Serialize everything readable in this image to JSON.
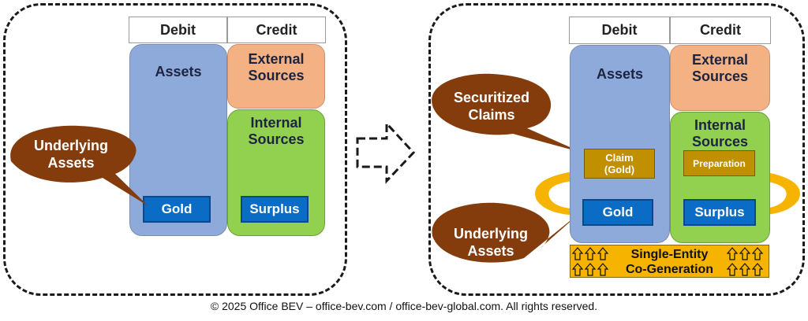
{
  "headers": {
    "debit": "Debit",
    "credit": "Credit"
  },
  "left": {
    "assets_label": "Assets",
    "external_label": "External Sources",
    "internal_label": "Internal Sources",
    "gold_label": "Gold",
    "surplus_label": "Surplus",
    "bubble_underlying": "Underlying Assets"
  },
  "right": {
    "assets_label": "Assets",
    "external_label": "External Sources",
    "internal_label": "Internal Sources",
    "claim_label": "Claim (Gold)",
    "preparation_label": "Preparation",
    "gold_label": "Gold",
    "surplus_label": "Surplus",
    "bubble_securitized": "Securitized Claims",
    "bubble_underlying": "Underlying Assets",
    "cogen_line1": "Single-Entity",
    "cogen_line2": "Co-Generation"
  },
  "colors": {
    "assets": "#8eaadb",
    "external": "#f4b183",
    "internal": "#92d050",
    "bubble": "#843c0c",
    "blue_box": "#0b6cc6",
    "gold_arrow": "#f6b400"
  },
  "footer": "© 2025 Office BEV – office-bev.com / office-bev-global.com. All rights reserved."
}
